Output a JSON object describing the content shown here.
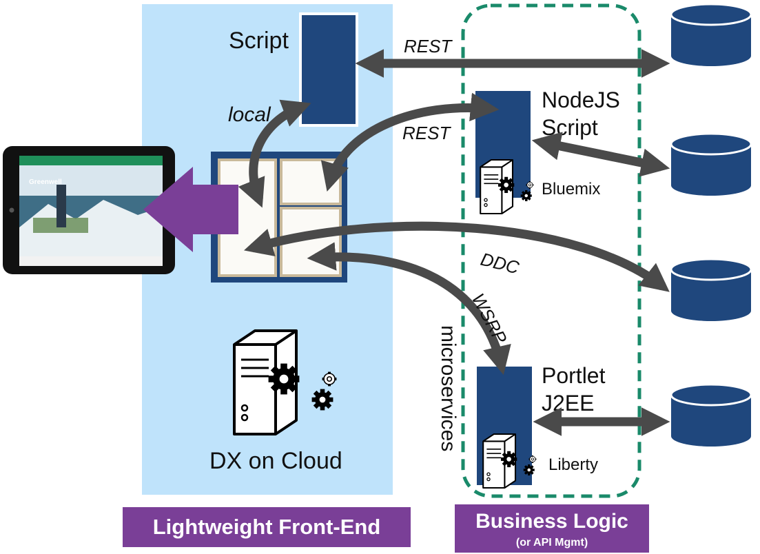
{
  "front_end": {
    "script_label": "Script",
    "local_label": "local",
    "server_label": "DX on Cloud",
    "banner": "Lightweight Front-End"
  },
  "business_logic": {
    "nodejs_label_line1": "NodeJS",
    "nodejs_label_line2": "Script",
    "bluemix_label": "Bluemix",
    "portlet_label_line1": "Portlet",
    "portlet_label_line2": "J2EE",
    "liberty_label": "Liberty",
    "microservices_label": "microservices",
    "banner_line1": "Business Logic",
    "banner_line2": "(or API Mgmt)"
  },
  "connections": {
    "rest_top": "REST",
    "rest_mid": "REST",
    "ddc": "DDC",
    "wsrp": "WSRP"
  },
  "tablet": {
    "brand": "Greenwell"
  },
  "colors": {
    "front_end_bg": "#bfe3fb",
    "component_navy": "#1f477d",
    "banner_purple": "#7a3f97",
    "arrow_gray": "#4a4a4a",
    "dashed_border": "#1a8a6a",
    "portlet_tile": "#fbfaf6",
    "tile_border": "#c9b99a"
  },
  "icons": [
    "server-gears-icon",
    "database-icon",
    "tablet-device-icon",
    "purple-left-arrow-icon"
  ]
}
